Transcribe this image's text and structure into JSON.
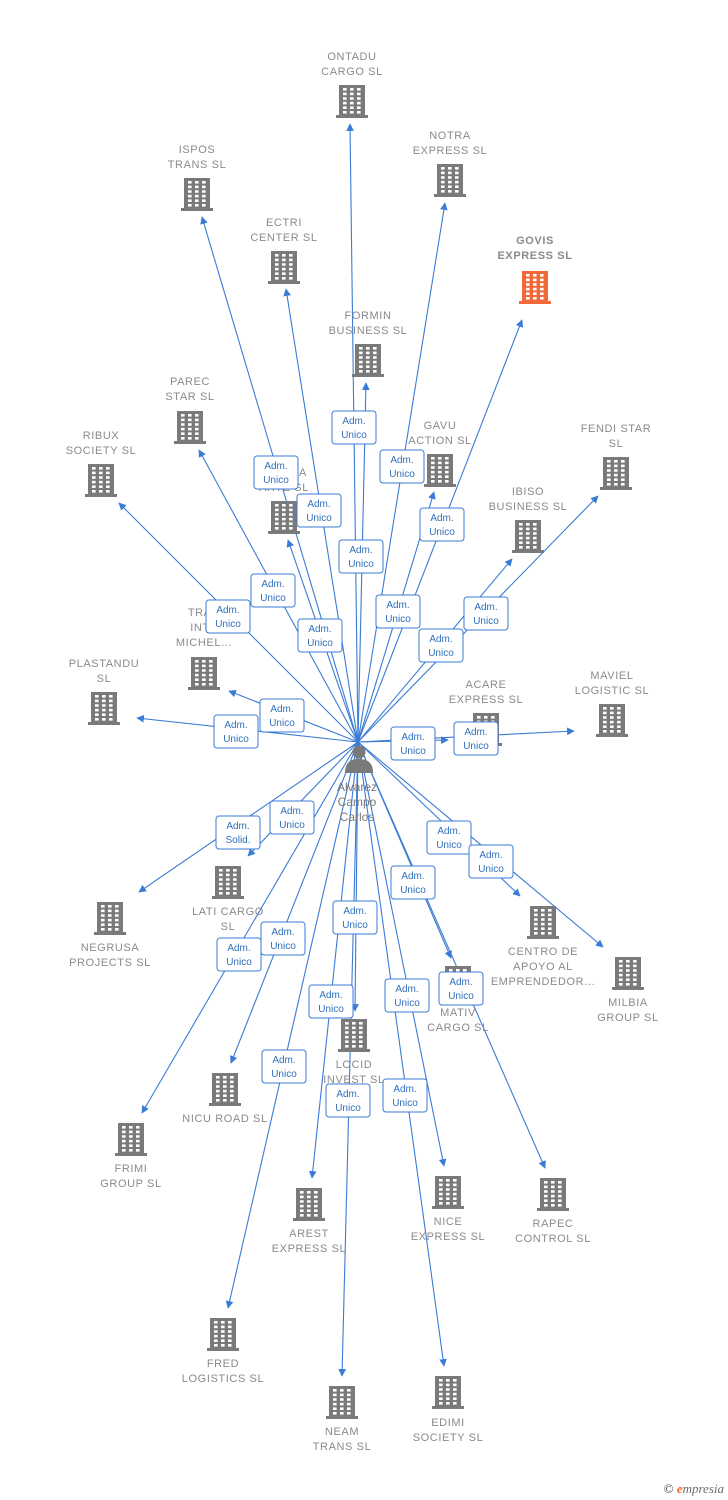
{
  "colors": {
    "edge": "#3a7bd5",
    "building": "#7a7a7a",
    "building_highlight": "#f26a3a",
    "person": "#7a7a7a"
  },
  "person": {
    "lines": [
      "Alvarez",
      "Campo",
      "Carlos"
    ]
  },
  "edge_label": [
    "Adm.",
    "Unico"
  ],
  "edge_label_alt": [
    "Adm.",
    "Solid."
  ],
  "nodes": [
    {
      "id": "ontadu",
      "lines": [
        "ONTADU",
        "CARGO  SL"
      ]
    },
    {
      "id": "notra",
      "lines": [
        "NOTRA",
        "EXPRESS  SL"
      ]
    },
    {
      "id": "govis",
      "lines": [
        "GOVIS",
        "EXPRESS  SL"
      ],
      "highlight": true
    },
    {
      "id": "ispos",
      "lines": [
        "ISPOS",
        "TRANS  SL"
      ]
    },
    {
      "id": "ectri",
      "lines": [
        "ECTRI",
        "CENTER  SL"
      ]
    },
    {
      "id": "formin",
      "lines": [
        "FORMIN",
        "BUSINESS  SL"
      ]
    },
    {
      "id": "parec",
      "lines": [
        "PAREC",
        "STAR  SL"
      ]
    },
    {
      "id": "ribux",
      "lines": [
        "RIBUX",
        "SOCIETY  SL"
      ]
    },
    {
      "id": "gavu",
      "lines": [
        "GAVU",
        "ACTION  SL"
      ]
    },
    {
      "id": "fendi",
      "lines": [
        "FENDI STAR",
        "SL"
      ]
    },
    {
      "id": "ibiso",
      "lines": [
        "IBISO",
        "BUSINESS  SL"
      ]
    },
    {
      "id": "lapica",
      "lines": [
        "LA PICA",
        "ARTE  SL"
      ]
    },
    {
      "id": "tran",
      "lines": [
        "TRAN",
        "INTE",
        "MICHEL..."
      ]
    },
    {
      "id": "plastandu",
      "lines": [
        "PLASTANDU",
        "SL"
      ]
    },
    {
      "id": "acare",
      "lines": [
        "ACARE",
        "EXPRESS  SL"
      ]
    },
    {
      "id": "maviel",
      "lines": [
        "MAVIEL",
        "LOGISTIC  SL"
      ]
    },
    {
      "id": "negrusa",
      "lines": [
        "NEGRUSA",
        "PROJECTS  SL"
      ]
    },
    {
      "id": "lati",
      "lines": [
        "LATI CARGO",
        "SL"
      ]
    },
    {
      "id": "centro",
      "lines": [
        "CENTRO DE",
        "APOYO AL",
        "EMPRENDEDOR..."
      ]
    },
    {
      "id": "milbia",
      "lines": [
        "MILBIA",
        "GROUP  SL"
      ]
    },
    {
      "id": "mativ",
      "lines": [
        "MATIV",
        "CARGO  SL"
      ]
    },
    {
      "id": "locid",
      "lines": [
        "LOCID",
        "INVEST  SL"
      ]
    },
    {
      "id": "nicu",
      "lines": [
        "NICU ROAD  SL"
      ]
    },
    {
      "id": "frimi",
      "lines": [
        "FRIMI",
        "GROUP  SL"
      ]
    },
    {
      "id": "arest",
      "lines": [
        "AREST",
        "EXPRESS  SL"
      ]
    },
    {
      "id": "nice",
      "lines": [
        "NICE",
        "EXPRESS  SL"
      ]
    },
    {
      "id": "rapec",
      "lines": [
        "RAPEC",
        "CONTROL  SL"
      ]
    },
    {
      "id": "fred",
      "lines": [
        "FRED",
        "LOGISTICS  SL"
      ]
    },
    {
      "id": "neam",
      "lines": [
        "NEAM",
        "TRANS  SL"
      ]
    },
    {
      "id": "edimi",
      "lines": [
        "EDIMI",
        "SOCIETY  SL"
      ]
    }
  ],
  "edges": [
    {
      "to": "ontadu"
    },
    {
      "to": "notra"
    },
    {
      "to": "govis"
    },
    {
      "to": "ispos"
    },
    {
      "to": "ectri"
    },
    {
      "to": "formin"
    },
    {
      "to": "parec"
    },
    {
      "to": "ribux"
    },
    {
      "to": "gavu"
    },
    {
      "to": "fendi"
    },
    {
      "to": "ibiso"
    },
    {
      "to": "lapica"
    },
    {
      "to": "tran"
    },
    {
      "to": "plastandu"
    },
    {
      "to": "acare"
    },
    {
      "to": "maviel"
    },
    {
      "to": "negrusa",
      "label": "alt"
    },
    {
      "to": "lati"
    },
    {
      "to": "centro"
    },
    {
      "to": "milbia"
    },
    {
      "to": "mativ"
    },
    {
      "to": "locid"
    },
    {
      "to": "nicu"
    },
    {
      "to": "frimi"
    },
    {
      "to": "arest"
    },
    {
      "to": "nice"
    },
    {
      "to": "rapec"
    },
    {
      "to": "fred"
    },
    {
      "to": "neam"
    },
    {
      "to": "edimi"
    }
  ],
  "footer": {
    "copyright": "©",
    "brand_initial": "e",
    "brand_rest": "mpresia"
  }
}
